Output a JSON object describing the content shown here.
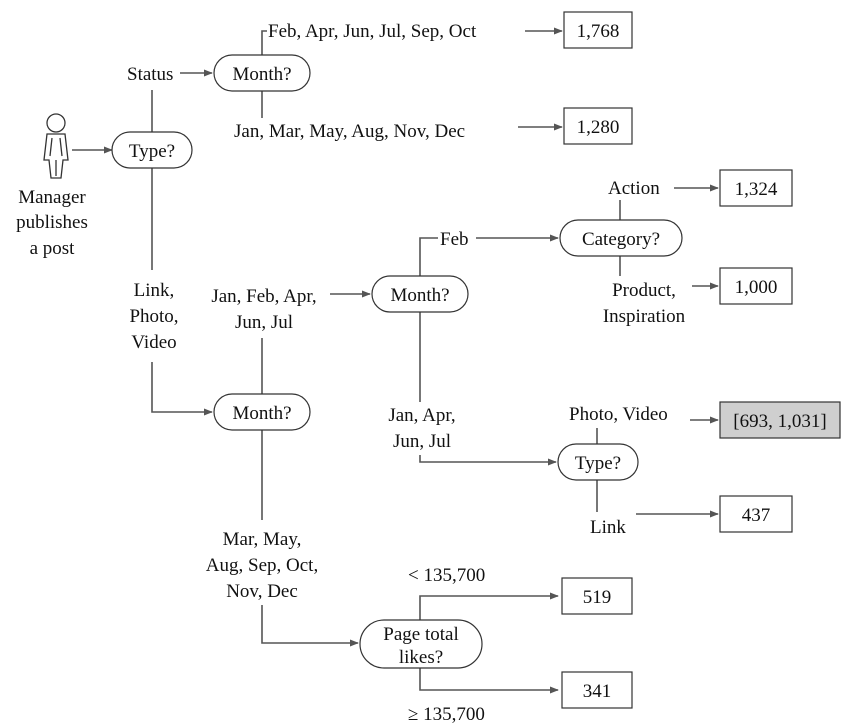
{
  "actor": {
    "label_lines": [
      "Manager",
      "publishes",
      "a post"
    ],
    "icon": "person-icon"
  },
  "nodes": {
    "type_root": "Type?",
    "month_status": "Month?",
    "month_lpv": "Month?",
    "month_jfa": "Month?",
    "category": "Category?",
    "type_jajj": "Type?",
    "page_likes_lines": [
      "Page total",
      "likes?"
    ]
  },
  "edges": {
    "status": "Status",
    "lpv_lines": [
      "Link,",
      "Photo,",
      "Video"
    ],
    "months_fajjso": "Feb, Apr, Jun, Jul, Sep, Oct",
    "months_jmmand": "Jan, Mar, May, Aug, Nov, Dec",
    "months_jfa_lines": [
      "Jan, Feb, Apr,",
      "Jun, Jul"
    ],
    "months_mmasond_lines": [
      "Mar, May,",
      "Aug, Sep, Oct,",
      "Nov, Dec"
    ],
    "feb": "Feb",
    "months_jajj_lines": [
      "Jan, Apr,",
      "Jun, Jul"
    ],
    "action": "Action",
    "prod_insp_lines": [
      "Product,",
      "Inspiration"
    ],
    "photo_video": "Photo, Video",
    "link": "Link",
    "lt_likes": "< 135,700",
    "ge_likes": "≥ 135,700"
  },
  "leaves": {
    "v1768": "1,768",
    "v1280": "1,280",
    "v1324": "1,324",
    "v1000": "1,000",
    "v_range": "[693, 1,031]",
    "v437": "437",
    "v519": "519",
    "v341": "341"
  },
  "colors": {
    "edge": "#555555",
    "highlight_leaf": "#cfcfcf"
  }
}
